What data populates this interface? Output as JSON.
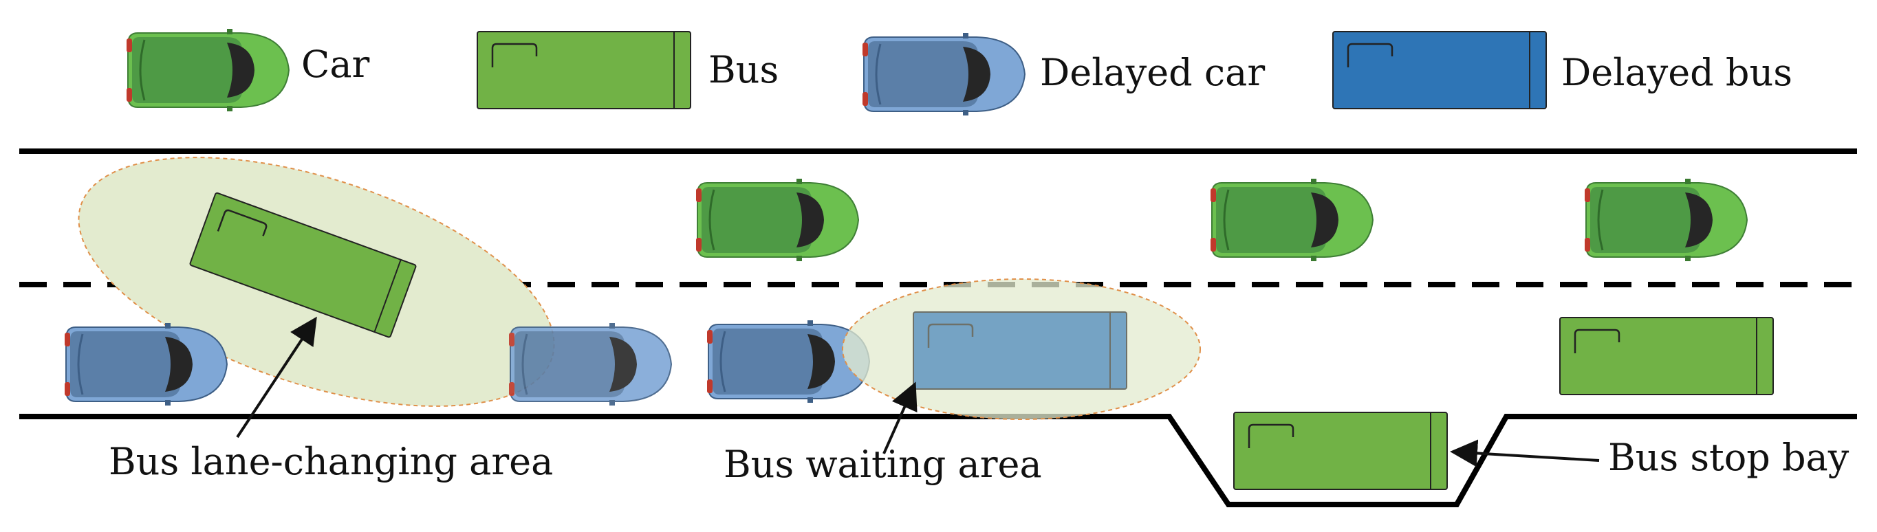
{
  "legend": {
    "car": "Car",
    "bus": "Bus",
    "delayed_car": "Delayed car",
    "delayed_bus": "Delayed bus"
  },
  "annotations": {
    "lane_change_area": "Bus lane-changing area",
    "waiting_area": "Bus waiting area",
    "stop_bay": "Bus stop bay"
  },
  "colors": {
    "car_green": "#4e9a45",
    "car_green_light": "#6cc04f",
    "bus_green": "#71b246",
    "delayed_blue": "#5b7fa8",
    "delayed_blue_light": "#7fa7d6",
    "bus_blue": "#2e75b6",
    "area_fill": "#e3ebcf",
    "area_stroke": "#e0904a",
    "road_line": "#000000"
  }
}
